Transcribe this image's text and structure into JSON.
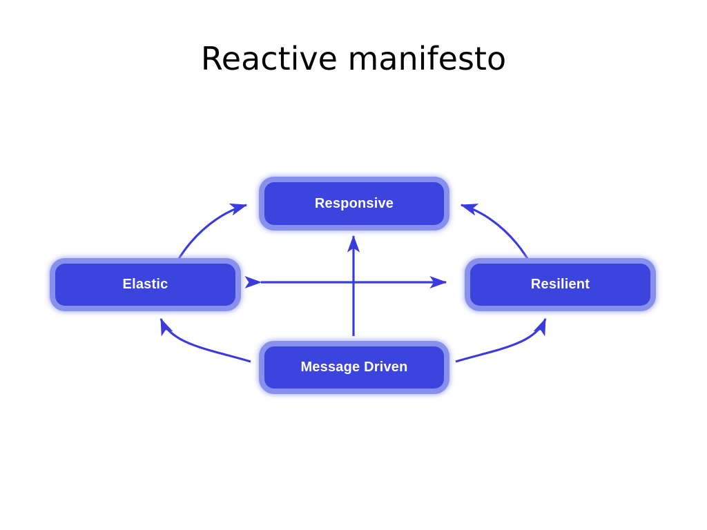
{
  "slide": {
    "title": "Reactive manifesto",
    "background_color": "#ffffff",
    "title_color": "#000000"
  },
  "theme": {
    "node_fill": "#3b44dc",
    "node_border": "#969df0",
    "node_text": "#ffffff",
    "arrow_color": "#3b3bdd"
  },
  "diagram": {
    "type": "cycle-diagram",
    "nodes": [
      {
        "id": "responsive",
        "label": "Responsive",
        "position": "top"
      },
      {
        "id": "elastic",
        "label": "Elastic",
        "position": "left"
      },
      {
        "id": "resilient",
        "label": "Resilient",
        "position": "right"
      },
      {
        "id": "message-driven",
        "label": "Message Driven",
        "position": "bottom"
      }
    ],
    "connections": [
      {
        "from": "elastic",
        "to": "responsive",
        "style": "curved",
        "arrowheads": "end"
      },
      {
        "from": "resilient",
        "to": "responsive",
        "style": "curved",
        "arrowheads": "end"
      },
      {
        "from": "message-driven",
        "to": "elastic",
        "style": "curved",
        "arrowheads": "end"
      },
      {
        "from": "message-driven",
        "to": "resilient",
        "style": "curved",
        "arrowheads": "end"
      },
      {
        "from": "message-driven",
        "to": "responsive",
        "style": "straight-vertical",
        "arrowheads": "end"
      },
      {
        "from": "elastic",
        "to": "resilient",
        "style": "straight-horizontal",
        "arrowheads": "both"
      }
    ]
  }
}
